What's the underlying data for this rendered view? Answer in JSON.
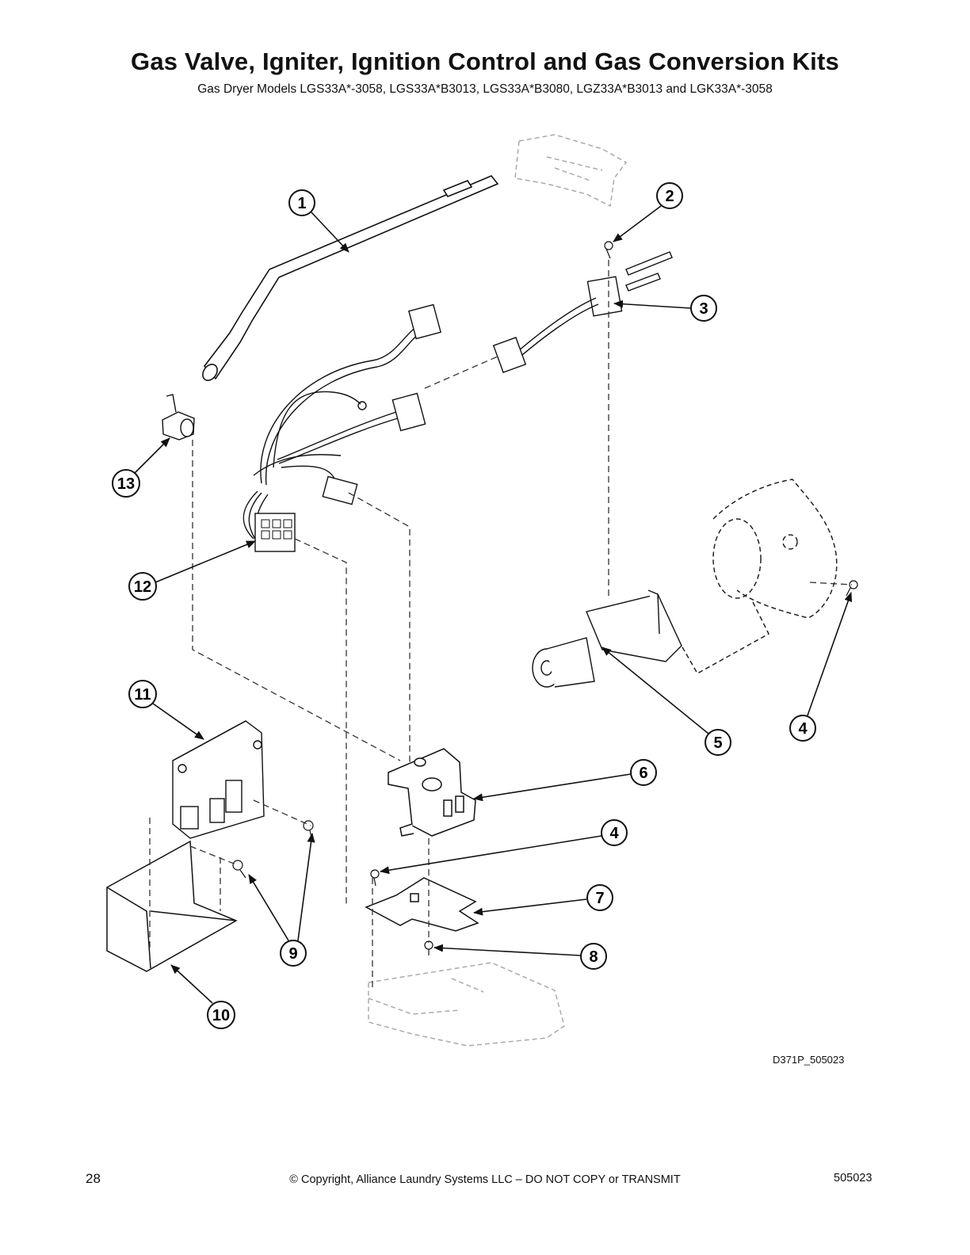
{
  "header": {
    "title": "Gas Valve, Igniter, Ignition Control and Gas Conversion Kits",
    "subtitle": "Gas Dryer Models  LGS33A*-3058, LGS33A*B3013, LGS33A*B3080, LGZ33A*B3013 and LGK33A*-3058"
  },
  "callouts": [
    "1",
    "2",
    "3",
    "4",
    "5",
    "6",
    "4",
    "7",
    "8",
    "9",
    "10",
    "11",
    "12",
    "13"
  ],
  "drawing_code": "D371P_505023",
  "footer": {
    "page_number": "28",
    "copyright": "© Copyright, Alliance Laundry Systems LLC – DO NOT COPY or TRANSMIT",
    "doc_number": "505023"
  }
}
